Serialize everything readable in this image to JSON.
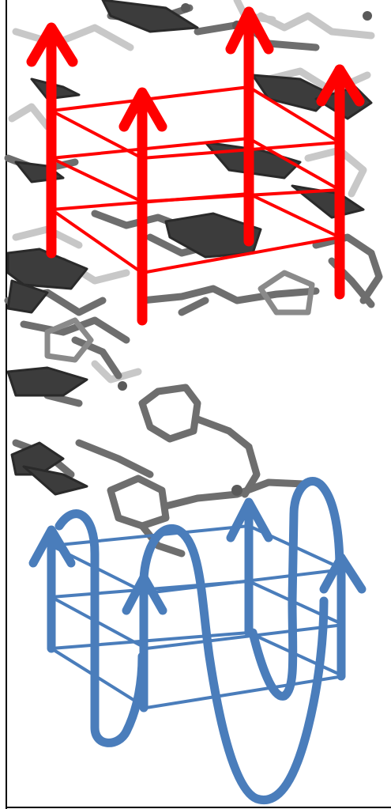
{
  "figure": {
    "background_color": "#ffffff",
    "frame_color": "#000000",
    "molecule_colors": {
      "dark": "#3a3a3a",
      "mid": "#6b6b6b",
      "light": "#a8a8a8"
    },
    "parallel_motif": {
      "color": "#ff0000",
      "strand_direction": "up",
      "strand_count": 4,
      "tetrad_layers": 3
    },
    "antiparallel_motif": {
      "color": "#4a7dbb",
      "strand_direction": "up",
      "strand_count": 4,
      "tetrad_layers": 3
    }
  }
}
